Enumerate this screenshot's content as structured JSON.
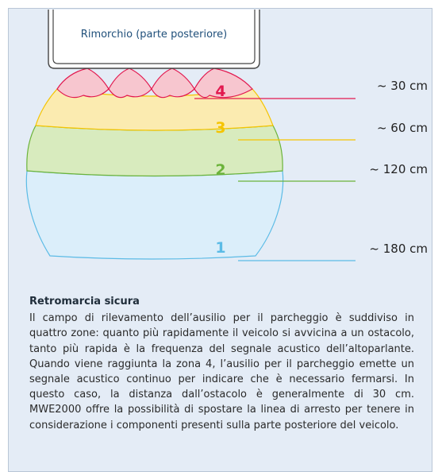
{
  "diagram": {
    "trailer_label": "Rimorchio (parte posteriore)",
    "zones": [
      {
        "number": "4",
        "distance": "~ 30 cm",
        "color": "#e2194f"
      },
      {
        "number": "3",
        "distance": "~ 60 cm",
        "color": "#f5c400"
      },
      {
        "number": "2",
        "distance": "~ 120 cm",
        "color": "#6bb33a"
      },
      {
        "number": "1",
        "distance": "~ 180 cm",
        "color": "#5bbbe6"
      }
    ]
  },
  "text": {
    "heading": "Retromarcia sicura",
    "body": "Il campo di rilevamento dell’ausilio per il parcheggio è suddiviso in quattro zone: quanto più rapidamente il veicolo si avvicina a un ostacolo, tanto più rapida è la frequenza del segnale acustico dell’altoparlante. Quando viene raggiunta la zona 4, l’ausilio per il parcheggio emette un segnale acustico continuo per indicare che è necessario fermarsi. In questo caso, la distanza dall’ostacolo è generalmente di 30 cm. MWE2000 offre la possibilità di spostare la linea di arresto per tenere in considerazione i componenti presenti sulla parte posteriore del veicolo."
  }
}
